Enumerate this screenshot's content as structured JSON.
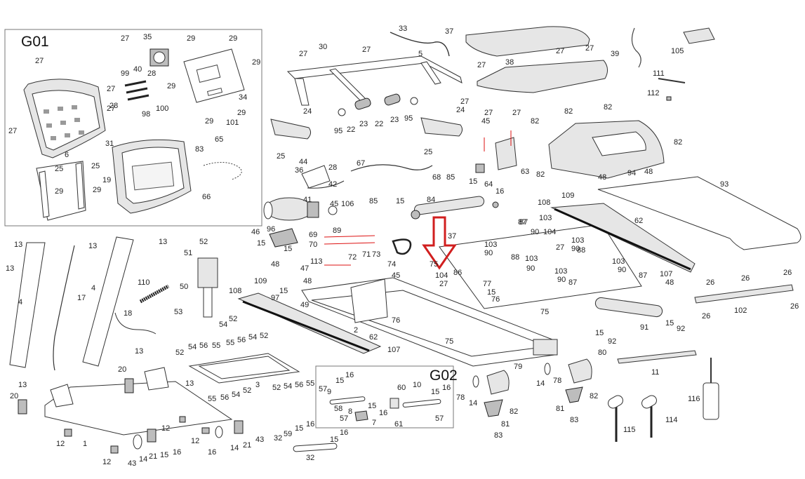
{
  "groups": {
    "g01": "G01",
    "g02": "G02"
  },
  "highlight": {
    "arrow_color": "#d11f1f",
    "target_label": "104"
  },
  "labels": [
    {
      "id": "l-27a",
      "text": "27"
    },
    {
      "id": "l-35",
      "text": "35"
    },
    {
      "id": "l-29a",
      "text": "29"
    },
    {
      "id": "l-29b",
      "text": "29"
    },
    {
      "id": "l-29c",
      "text": "29"
    },
    {
      "id": "l-99",
      "text": "99"
    },
    {
      "id": "l-40",
      "text": "40"
    },
    {
      "id": "l-28a",
      "text": "28"
    },
    {
      "id": "l-27b",
      "text": "27"
    },
    {
      "id": "l-28b",
      "text": "28"
    },
    {
      "id": "l-98",
      "text": "98"
    },
    {
      "id": "l-100",
      "text": "100"
    },
    {
      "id": "l-34",
      "text": "34"
    },
    {
      "id": "l-29d",
      "text": "29"
    },
    {
      "id": "l-29e",
      "text": "29"
    },
    {
      "id": "l-101",
      "text": "101"
    },
    {
      "id": "l-27c",
      "text": "27"
    },
    {
      "id": "l-27d",
      "text": "27"
    },
    {
      "id": "l-31",
      "text": "31"
    },
    {
      "id": "l-6",
      "text": "6"
    },
    {
      "id": "l-25a",
      "text": "25"
    },
    {
      "id": "l-25b",
      "text": "25"
    },
    {
      "id": "l-19",
      "text": "19"
    },
    {
      "id": "l-29f",
      "text": "29"
    },
    {
      "id": "l-29g",
      "text": "29"
    },
    {
      "id": "l-83a",
      "text": "83"
    },
    {
      "id": "l-65",
      "text": "65"
    },
    {
      "id": "l-66",
      "text": "66"
    },
    {
      "id": "l-33",
      "text": "33"
    },
    {
      "id": "l-37",
      "text": "37"
    },
    {
      "id": "l-39",
      "text": "39"
    },
    {
      "id": "l-105",
      "text": "105"
    },
    {
      "id": "l-30",
      "text": "30"
    },
    {
      "id": "l-27e",
      "text": "27"
    },
    {
      "id": "l-27f",
      "text": "27"
    },
    {
      "id": "l-5",
      "text": "5"
    },
    {
      "id": "l-38",
      "text": "38"
    },
    {
      "id": "l-27g",
      "text": "27"
    },
    {
      "id": "l-27h",
      "text": "27"
    },
    {
      "id": "l-27i",
      "text": "27"
    },
    {
      "id": "l-111",
      "text": "111"
    },
    {
      "id": "l-112",
      "text": "112"
    },
    {
      "id": "l-24a",
      "text": "24"
    },
    {
      "id": "l-95a",
      "text": "95"
    },
    {
      "id": "l-22a",
      "text": "22"
    },
    {
      "id": "l-23a",
      "text": "23"
    },
    {
      "id": "l-22b",
      "text": "22"
    },
    {
      "id": "l-23b",
      "text": "23"
    },
    {
      "id": "l-95b",
      "text": "95"
    },
    {
      "id": "l-24b",
      "text": "24"
    },
    {
      "id": "l-27j",
      "text": "27"
    },
    {
      "id": "l-27k",
      "text": "27"
    },
    {
      "id": "l-27l",
      "text": "27"
    },
    {
      "id": "l-82a",
      "text": "82"
    },
    {
      "id": "l-82b",
      "text": "82"
    },
    {
      "id": "l-82c",
      "text": "82"
    },
    {
      "id": "l-82d",
      "text": "82"
    },
    {
      "id": "l-25c",
      "text": "25"
    },
    {
      "id": "l-44",
      "text": "44"
    },
    {
      "id": "l-36",
      "text": "36"
    },
    {
      "id": "l-28c",
      "text": "28"
    },
    {
      "id": "l-67",
      "text": "67"
    },
    {
      "id": "l-45a",
      "text": "45"
    },
    {
      "id": "l-25d",
      "text": "25"
    },
    {
      "id": "l-68",
      "text": "68"
    },
    {
      "id": "l-63",
      "text": "63"
    },
    {
      "id": "l-64",
      "text": "64"
    },
    {
      "id": "l-48a",
      "text": "48"
    },
    {
      "id": "l-94",
      "text": "94"
    },
    {
      "id": "l-48b",
      "text": "48"
    },
    {
      "id": "l-82e",
      "text": "82"
    },
    {
      "id": "l-42",
      "text": "42"
    },
    {
      "id": "l-41",
      "text": "41"
    },
    {
      "id": "l-45b",
      "text": "45"
    },
    {
      "id": "l-106",
      "text": "106"
    },
    {
      "id": "l-85a",
      "text": "85"
    },
    {
      "id": "l-15a",
      "text": "15"
    },
    {
      "id": "l-84",
      "text": "84"
    },
    {
      "id": "l-85b",
      "text": "85"
    },
    {
      "id": "l-16a",
      "text": "16"
    },
    {
      "id": "l-15b",
      "text": "15"
    },
    {
      "id": "l-109a",
      "text": "109"
    },
    {
      "id": "l-108a",
      "text": "108"
    },
    {
      "id": "l-93",
      "text": "93"
    },
    {
      "id": "l-89",
      "text": "89"
    },
    {
      "id": "l-46",
      "text": "46"
    },
    {
      "id": "l-96",
      "text": "96"
    },
    {
      "id": "l-15c",
      "text": "15"
    },
    {
      "id": "l-15d",
      "text": "15"
    },
    {
      "id": "l-69",
      "text": "69"
    },
    {
      "id": "l-70",
      "text": "70"
    },
    {
      "id": "l-72",
      "text": "72"
    },
    {
      "id": "l-71",
      "text": "71"
    },
    {
      "id": "l-73",
      "text": "73"
    },
    {
      "id": "l-74",
      "text": "74"
    },
    {
      "id": "l-113",
      "text": "113"
    },
    {
      "id": "l-47",
      "text": "47"
    },
    {
      "id": "l-48c",
      "text": "48"
    },
    {
      "id": "l-45c",
      "text": "45"
    },
    {
      "id": "l-87a",
      "text": "87"
    },
    {
      "id": "l-90a",
      "text": "90"
    },
    {
      "id": "l-103a",
      "text": "103"
    },
    {
      "id": "l-104a",
      "text": "104"
    },
    {
      "id": "l-62a",
      "text": "62"
    },
    {
      "id": "l-103b",
      "text": "103"
    },
    {
      "id": "l-90b",
      "text": "90"
    },
    {
      "id": "l-88a",
      "text": "88"
    },
    {
      "id": "l-27m",
      "text": "27"
    },
    {
      "id": "l-103c",
      "text": "103"
    },
    {
      "id": "l-90c",
      "text": "90"
    },
    {
      "id": "l-88b",
      "text": "88"
    },
    {
      "id": "l-103d",
      "text": "103"
    },
    {
      "id": "l-90d",
      "text": "90"
    },
    {
      "id": "l-103e",
      "text": "103"
    },
    {
      "id": "l-90e",
      "text": "90"
    },
    {
      "id": "l-103f",
      "text": "103"
    },
    {
      "id": "l-90f",
      "text": "90"
    },
    {
      "id": "l-87b",
      "text": "87"
    },
    {
      "id": "l-87c",
      "text": "87"
    },
    {
      "id": "l-87d",
      "text": "87"
    },
    {
      "id": "l-107a",
      "text": "107"
    },
    {
      "id": "l-48d",
      "text": "48"
    },
    {
      "id": "l-37b",
      "text": "37"
    },
    {
      "id": "l-75a",
      "text": "75"
    },
    {
      "id": "l-104b",
      "text": "104"
    },
    {
      "id": "l-27n",
      "text": "27"
    },
    {
      "id": "l-86",
      "text": "86"
    },
    {
      "id": "l-77",
      "text": "77"
    },
    {
      "id": "l-15e",
      "text": "15"
    },
    {
      "id": "l-76a",
      "text": "76"
    },
    {
      "id": "l-75b",
      "text": "75"
    },
    {
      "id": "l-13a",
      "text": "13"
    },
    {
      "id": "l-13b",
      "text": "13"
    },
    {
      "id": "l-13c",
      "text": "13"
    },
    {
      "id": "l-13d",
      "text": "13"
    },
    {
      "id": "l-51",
      "text": "51"
    },
    {
      "id": "l-52a",
      "text": "52"
    },
    {
      "id": "l-50",
      "text": "50"
    },
    {
      "id": "l-110",
      "text": "110"
    },
    {
      "id": "l-4a",
      "text": "4"
    },
    {
      "id": "l-17",
      "text": "17"
    },
    {
      "id": "l-4b",
      "text": "4"
    },
    {
      "id": "l-18",
      "text": "18"
    },
    {
      "id": "l-53",
      "text": "53"
    },
    {
      "id": "l-52b",
      "text": "52"
    },
    {
      "id": "l-54a",
      "text": "54"
    },
    {
      "id": "l-108b",
      "text": "108"
    },
    {
      "id": "l-109b",
      "text": "109"
    },
    {
      "id": "l-97",
      "text": "97"
    },
    {
      "id": "l-15f",
      "text": "15"
    },
    {
      "id": "l-49",
      "text": "49"
    },
    {
      "id": "l-48e",
      "text": "48"
    },
    {
      "id": "l-76b",
      "text": "76"
    },
    {
      "id": "l-2",
      "text": "2"
    },
    {
      "id": "l-62b",
      "text": "62"
    },
    {
      "id": "l-75c",
      "text": "75"
    },
    {
      "id": "l-107b",
      "text": "107"
    },
    {
      "id": "l-26a",
      "text": "26"
    },
    {
      "id": "l-26b",
      "text": "26"
    },
    {
      "id": "l-26c",
      "text": "26"
    },
    {
      "id": "l-26d",
      "text": "26"
    },
    {
      "id": "l-26e",
      "text": "26"
    },
    {
      "id": "l-102",
      "text": "102"
    },
    {
      "id": "l-91",
      "text": "91"
    },
    {
      "id": "l-15g",
      "text": "15"
    },
    {
      "id": "l-92a",
      "text": "92"
    },
    {
      "id": "l-15h",
      "text": "15"
    },
    {
      "id": "l-92b",
      "text": "92"
    },
    {
      "id": "l-11",
      "text": "11"
    },
    {
      "id": "l-80",
      "text": "80"
    },
    {
      "id": "l-79",
      "text": "79"
    },
    {
      "id": "l-14a",
      "text": "14"
    },
    {
      "id": "l-78a",
      "text": "78"
    },
    {
      "id": "l-78b",
      "text": "78"
    },
    {
      "id": "l-14b",
      "text": "14"
    },
    {
      "id": "l-82f",
      "text": "82"
    },
    {
      "id": "l-81a",
      "text": "81"
    },
    {
      "id": "l-83b",
      "text": "83"
    },
    {
      "id": "l-82g",
      "text": "82"
    },
    {
      "id": "l-81b",
      "text": "81"
    },
    {
      "id": "l-83c",
      "text": "83"
    },
    {
      "id": "l-116",
      "text": "116"
    },
    {
      "id": "l-115",
      "text": "115"
    },
    {
      "id": "l-114",
      "text": "114"
    },
    {
      "id": "l-13e",
      "text": "13"
    },
    {
      "id": "l-20a",
      "text": "20"
    },
    {
      "id": "l-52c",
      "text": "52"
    },
    {
      "id": "l-54b",
      "text": "54"
    },
    {
      "id": "l-56a",
      "text": "56"
    },
    {
      "id": "l-55a",
      "text": "55"
    },
    {
      "id": "l-55b",
      "text": "55"
    },
    {
      "id": "l-56b",
      "text": "56"
    },
    {
      "id": "l-54c",
      "text": "54"
    },
    {
      "id": "l-52d",
      "text": "52"
    },
    {
      "id": "l-13f",
      "text": "13"
    },
    {
      "id": "l-3",
      "text": "3"
    },
    {
      "id": "l-55c",
      "text": "55"
    },
    {
      "id": "l-56c",
      "text": "56"
    },
    {
      "id": "l-54d",
      "text": "54"
    },
    {
      "id": "l-52e",
      "text": "52"
    },
    {
      "id": "l-52f",
      "text": "52"
    },
    {
      "id": "l-54e",
      "text": "54"
    },
    {
      "id": "l-56d",
      "text": "56"
    },
    {
      "id": "l-55d",
      "text": "55"
    },
    {
      "id": "l-13g",
      "text": "13"
    },
    {
      "id": "l-20b",
      "text": "20"
    },
    {
      "id": "l-12a",
      "text": "12"
    },
    {
      "id": "l-1",
      "text": "1"
    },
    {
      "id": "l-12b",
      "text": "12"
    },
    {
      "id": "l-43a",
      "text": "43"
    },
    {
      "id": "l-14c",
      "text": "14"
    },
    {
      "id": "l-21a",
      "text": "21"
    },
    {
      "id": "l-15i",
      "text": "15"
    },
    {
      "id": "l-16b",
      "text": "16"
    },
    {
      "id": "l-12c",
      "text": "12"
    },
    {
      "id": "l-12d",
      "text": "12"
    },
    {
      "id": "l-16c",
      "text": "16"
    },
    {
      "id": "l-14d",
      "text": "14"
    },
    {
      "id": "l-21b",
      "text": "21"
    },
    {
      "id": "l-43b",
      "text": "43"
    },
    {
      "id": "l-15j",
      "text": "15"
    },
    {
      "id": "l-16d",
      "text": "16"
    },
    {
      "id": "l-57a",
      "text": "57"
    },
    {
      "id": "l-9",
      "text": "9"
    },
    {
      "id": "l-58",
      "text": "58"
    },
    {
      "id": "l-15k",
      "text": "15"
    },
    {
      "id": "l-57b",
      "text": "57"
    },
    {
      "id": "l-8",
      "text": "8"
    },
    {
      "id": "l-7",
      "text": "7"
    },
    {
      "id": "l-16e",
      "text": "16"
    },
    {
      "id": "l-60",
      "text": "60"
    },
    {
      "id": "l-61",
      "text": "61"
    },
    {
      "id": "l-10",
      "text": "10"
    },
    {
      "id": "l-15l",
      "text": "15"
    },
    {
      "id": "l-16f",
      "text": "16"
    },
    {
      "id": "l-57c",
      "text": "57"
    },
    {
      "id": "l-32a",
      "text": "32"
    },
    {
      "id": "l-59",
      "text": "59"
    },
    {
      "id": "l-15m",
      "text": "15"
    },
    {
      "id": "l-16g",
      "text": "16"
    },
    {
      "id": "l-15n",
      "text": "15"
    },
    {
      "id": "l-16h",
      "text": "16"
    },
    {
      "id": "l-32b",
      "text": "32"
    }
  ]
}
